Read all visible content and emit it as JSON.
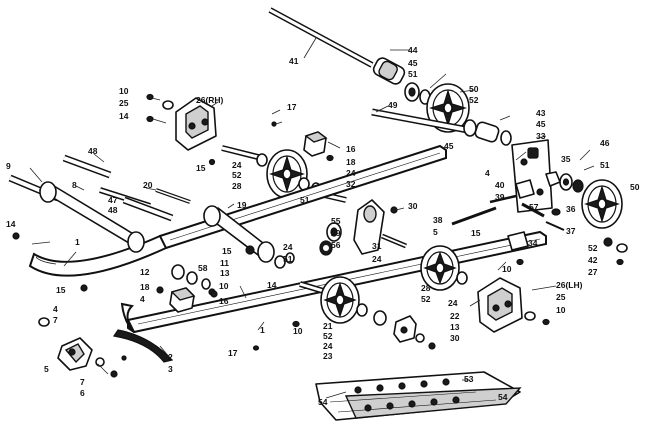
{
  "diagram": {
    "callouts": [
      {
        "id": "c41",
        "label": "41"
      },
      {
        "id": "c44",
        "label": "44"
      },
      {
        "id": "c45a",
        "label": "45"
      },
      {
        "id": "c51a",
        "label": "51"
      },
      {
        "id": "c50a",
        "label": "50"
      },
      {
        "id": "c52a",
        "label": "52"
      },
      {
        "id": "c49",
        "label": "49"
      },
      {
        "id": "c43",
        "label": "43"
      },
      {
        "id": "c45b",
        "label": "45"
      },
      {
        "id": "c33",
        "label": "33"
      },
      {
        "id": "c45c",
        "label": "45"
      },
      {
        "id": "c10a",
        "label": "10"
      },
      {
        "id": "c25a",
        "label": "25"
      },
      {
        "id": "c14a",
        "label": "14"
      },
      {
        "id": "c26rh",
        "label": "26(RH)"
      },
      {
        "id": "c17a",
        "label": "17"
      },
      {
        "id": "c16a",
        "label": "16"
      },
      {
        "id": "c18a",
        "label": "18"
      },
      {
        "id": "c15a",
        "label": "15"
      },
      {
        "id": "c24a",
        "label": "24"
      },
      {
        "id": "c52b",
        "label": "52"
      },
      {
        "id": "c28a",
        "label": "28"
      },
      {
        "id": "c24b",
        "label": "24"
      },
      {
        "id": "c32",
        "label": "32"
      },
      {
        "id": "c51b",
        "label": "51"
      },
      {
        "id": "c46",
        "label": "46"
      },
      {
        "id": "c51c",
        "label": "51"
      },
      {
        "id": "c35",
        "label": "35"
      },
      {
        "id": "c4a",
        "label": "4"
      },
      {
        "id": "c40",
        "label": "40"
      },
      {
        "id": "c39",
        "label": "39"
      },
      {
        "id": "c57",
        "label": "57"
      },
      {
        "id": "c50b",
        "label": "50"
      },
      {
        "id": "c36",
        "label": "36"
      },
      {
        "id": "c37",
        "label": "37"
      },
      {
        "id": "c34",
        "label": "34"
      },
      {
        "id": "c9",
        "label": "9"
      },
      {
        "id": "c48a",
        "label": "48"
      },
      {
        "id": "c8",
        "label": "8"
      },
      {
        "id": "c20",
        "label": "20"
      },
      {
        "id": "c47",
        "label": "47"
      },
      {
        "id": "c48b",
        "label": "48"
      },
      {
        "id": "c19",
        "label": "19"
      },
      {
        "id": "c30a",
        "label": "30"
      },
      {
        "id": "c55",
        "label": "55"
      },
      {
        "id": "c29",
        "label": "29"
      },
      {
        "id": "c56",
        "label": "56"
      },
      {
        "id": "c38",
        "label": "38"
      },
      {
        "id": "c5a",
        "label": "5"
      },
      {
        "id": "c15b",
        "label": "15"
      },
      {
        "id": "c31",
        "label": "31"
      },
      {
        "id": "c24c",
        "label": "24"
      },
      {
        "id": "c14b",
        "label": "14"
      },
      {
        "id": "c1a",
        "label": "1"
      },
      {
        "id": "c15c",
        "label": "15"
      },
      {
        "id": "c24d",
        "label": "24"
      },
      {
        "id": "c51d",
        "label": "51"
      },
      {
        "id": "c12",
        "label": "12"
      },
      {
        "id": "c58",
        "label": "58"
      },
      {
        "id": "c13a",
        "label": "13"
      },
      {
        "id": "c11",
        "label": "11"
      },
      {
        "id": "c18b",
        "label": "18"
      },
      {
        "id": "c10b",
        "label": "10"
      },
      {
        "id": "c16b",
        "label": "16"
      },
      {
        "id": "c14c",
        "label": "14"
      },
      {
        "id": "c15d",
        "label": "15"
      },
      {
        "id": "c4b",
        "label": "4"
      },
      {
        "id": "c28b",
        "label": "28"
      },
      {
        "id": "c52c",
        "label": "52"
      },
      {
        "id": "c24e",
        "label": "24"
      },
      {
        "id": "c10c",
        "label": "10"
      },
      {
        "id": "c52d",
        "label": "52"
      },
      {
        "id": "c42",
        "label": "42"
      },
      {
        "id": "c27",
        "label": "27"
      },
      {
        "id": "c26lh",
        "label": "26(LH)"
      },
      {
        "id": "c25b",
        "label": "25"
      },
      {
        "id": "c10d",
        "label": "10"
      },
      {
        "id": "c10e",
        "label": "10"
      },
      {
        "id": "c21",
        "label": "21"
      },
      {
        "id": "c52e",
        "label": "52"
      },
      {
        "id": "c24f",
        "label": "24"
      },
      {
        "id": "c23",
        "label": "23"
      },
      {
        "id": "c22",
        "label": "22"
      },
      {
        "id": "c13b",
        "label": "13"
      },
      {
        "id": "c30b",
        "label": "30"
      },
      {
        "id": "c1b",
        "label": "1"
      },
      {
        "id": "c4c",
        "label": "4"
      },
      {
        "id": "c7a",
        "label": "7"
      },
      {
        "id": "c2",
        "label": "2"
      },
      {
        "id": "c3",
        "label": "3"
      },
      {
        "id": "c17b",
        "label": "17"
      },
      {
        "id": "c5b",
        "label": "5"
      },
      {
        "id": "c7b",
        "label": "7"
      },
      {
        "id": "c6",
        "label": "6"
      },
      {
        "id": "c53",
        "label": "53"
      },
      {
        "id": "c54a",
        "label": "54"
      },
      {
        "id": "c54b",
        "label": "54"
      }
    ]
  }
}
